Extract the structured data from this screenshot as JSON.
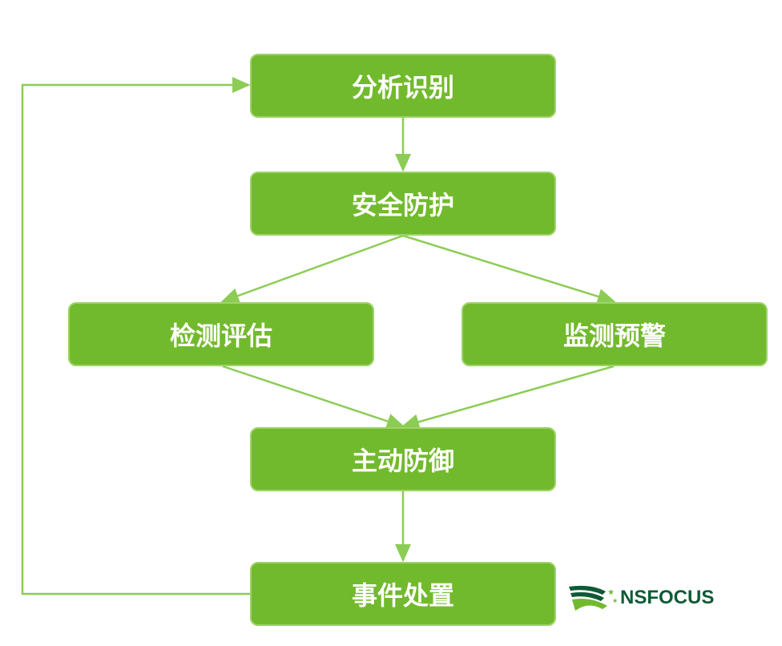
{
  "nodes": {
    "analyze": "分析识别",
    "protect": "安全防护",
    "assess": "检测评估",
    "monitor": "监测预警",
    "defend": "主动防御",
    "respond": "事件处置"
  },
  "logo": "NSFOCUS",
  "colors": {
    "box": "#72ba2d",
    "line": "#8ccc55",
    "logo": "#0e5a36"
  }
}
